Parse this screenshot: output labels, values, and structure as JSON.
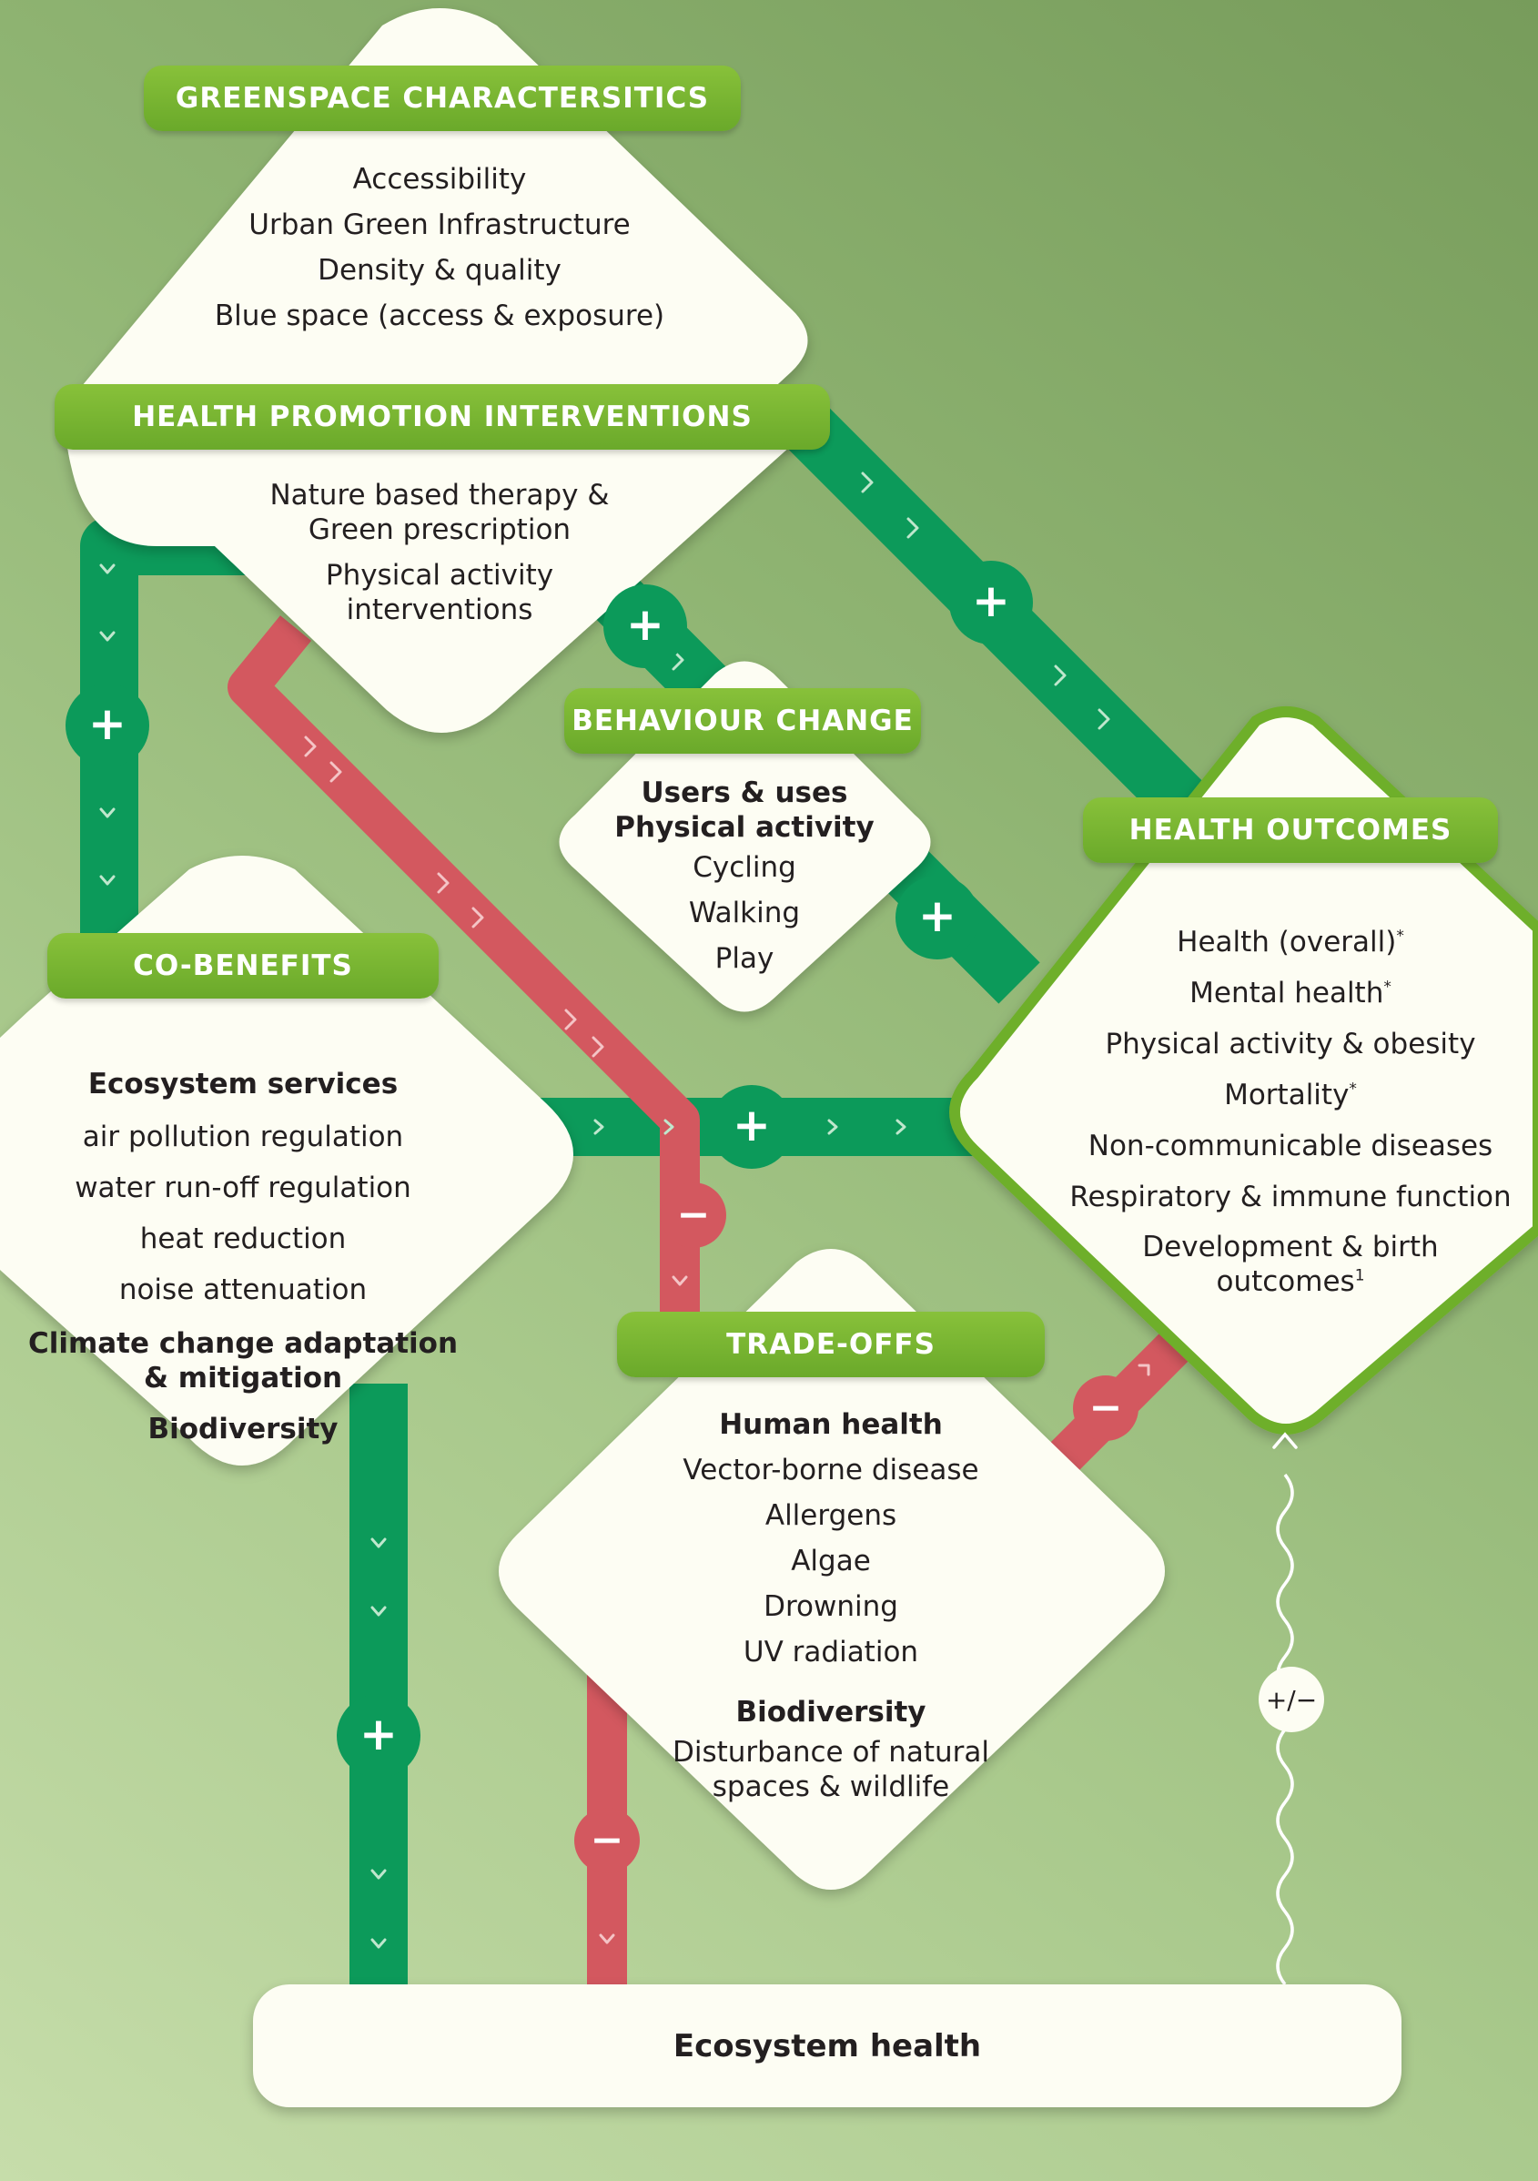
{
  "greenspace": {
    "title": "GREENSPACE CHARACTERSITICS",
    "items": [
      "Accessibility",
      "Urban Green Infrastructure",
      "Density & quality",
      "Blue space (access & exposure)"
    ]
  },
  "health_promotion": {
    "title": "HEALTH PROMOTION INTERVENTIONS",
    "items": [
      "Nature based therapy &",
      "Green prescription",
      "Physical activity",
      "interventions"
    ]
  },
  "behaviour_change": {
    "title": "BEHAVIOUR CHANGE",
    "bold_items": [
      "Users & uses",
      "Physical activity"
    ],
    "items": [
      "Cycling",
      "Walking",
      "Play"
    ]
  },
  "health_outcomes": {
    "title": "HEALTH OUTCOMES",
    "items": [
      "Health (overall)",
      "Mental health",
      "Physical activity & obesity",
      "Mortality",
      "Non-communicable diseases",
      "Respiratory & immune function",
      "Development & birth",
      "outcomes"
    ],
    "asterisk": "*",
    "footnote_mark": "1"
  },
  "co_benefits": {
    "title": "CO-BENEFITS",
    "heading_ecosystem": "Ecosystem services",
    "ecosystem_items": [
      "air pollution regulation",
      "water run-off regulation",
      "heat reduction",
      "noise attenuation"
    ],
    "heading_climate": [
      "Climate change adaptation",
      "& mitigation"
    ],
    "heading_biodiversity": "Biodiversity"
  },
  "trade_offs": {
    "title": "TRADE-OFFS",
    "heading_human": "Human health",
    "human_items": [
      "Vector-borne disease",
      "Allergens",
      "Algae",
      "Drowning",
      "UV radiation"
    ],
    "heading_biodiversity": "Biodiversity",
    "biodiversity_items": [
      "Disturbance of natural",
      "spaces & wildlife"
    ]
  },
  "ecosystem_health": {
    "label": "Ecosystem health"
  },
  "symbols": {
    "plus": "+",
    "minus": "−",
    "plus_minus": "+/−"
  },
  "colors": {
    "positive_path": "#0c9a5a",
    "negative_path": "#d3585f",
    "label_green": "#78b533",
    "box_fill": "#fdfdf3",
    "outcome_border": "#6eaf2c"
  }
}
